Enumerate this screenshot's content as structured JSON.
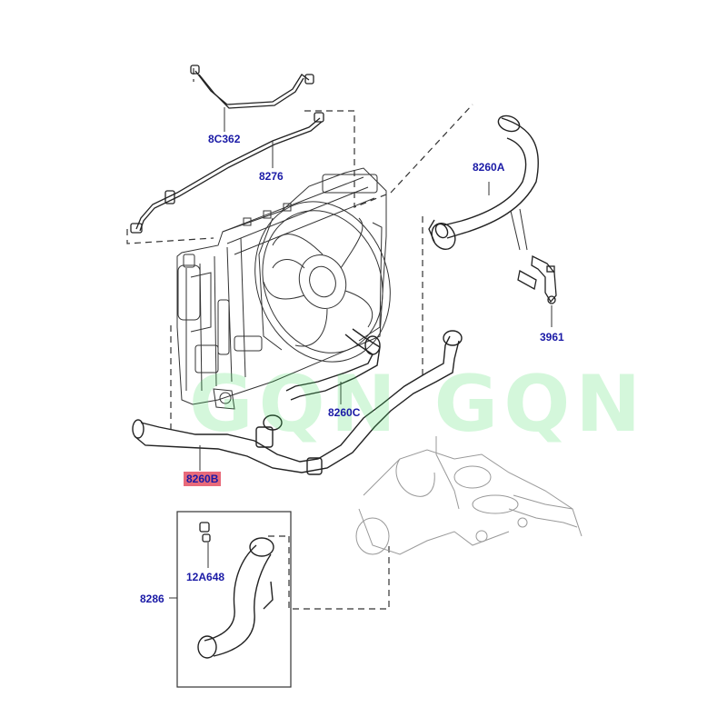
{
  "labels": {
    "p8C362": "8C362",
    "p8276": "8276",
    "p8260A": "8260A",
    "p3961": "3961",
    "p8260C": "8260C",
    "p8260B": "8260B",
    "p12A648": "12A648",
    "p8286": "8286"
  },
  "watermark": "GQN GQN",
  "colors": {
    "label_text": "#1a1aa6",
    "highlight": "#e86a7a",
    "line_art": "#222222",
    "watermark": "#3cdc5a"
  }
}
